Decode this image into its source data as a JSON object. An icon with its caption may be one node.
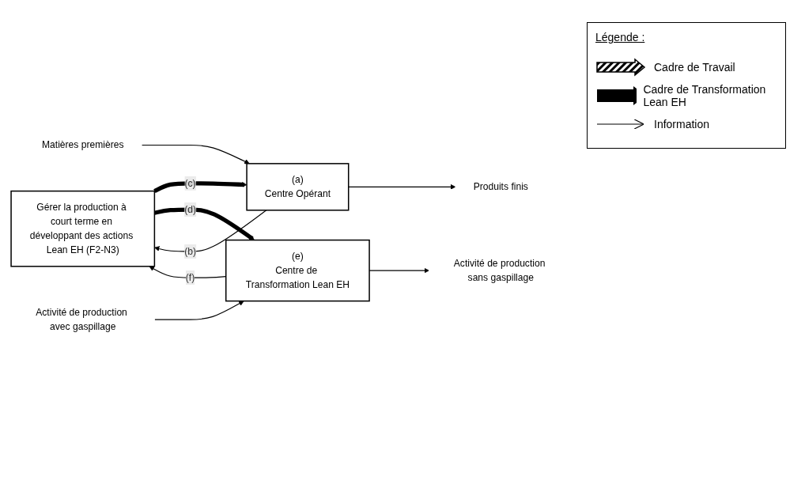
{
  "diagram": {
    "nodes": [
      {
        "text": [
          "Gérer la production à court terme en développant des actions Lean EH (F2-N3)"
        ]
      },
      {
        "text": [
          "(a)",
          "Centre Opérant"
        ]
      },
      {
        "text": [
          "(e)",
          "Centre de Transformation Lean EH"
        ]
      },
      {
        "text": [
          "Matières premières"
        ]
      },
      {
        "text": [
          "Produits finis"
        ]
      },
      {
        "text": [
          "Activité de production avec gaspillage"
        ]
      },
      {
        "text": [
          "Activité de production sans gaspillage"
        ]
      }
    ],
    "edges": [
      {
        "from": 0,
        "to": 1,
        "arrow": "to",
        "label": "(c)",
        "style": "thick"
      },
      {
        "from": 1,
        "to": 0,
        "arrow": "to",
        "label": "(b)"
      },
      {
        "from": 0,
        "to": 2,
        "arrow": "to",
        "label": "(d)",
        "style": "thick"
      },
      {
        "from": 2,
        "to": 0,
        "arrow": "to",
        "label": "(f)"
      },
      {
        "from": 3,
        "to": 1,
        "arrow": "to"
      },
      {
        "from": 1,
        "to": 4,
        "arrow": "to"
      },
      {
        "from": 5,
        "to": 2,
        "arrow": "to"
      },
      {
        "from": 2,
        "to": 6,
        "arrow": "to"
      }
    ],
    "labels": [
      "Légende :"
    ],
    "legend": [
      {
        "text": "Cadre de Travail"
      },
      {
        "text": "Cadre de Transformation Lean EH"
      },
      {
        "text": "Information"
      }
    ]
  }
}
